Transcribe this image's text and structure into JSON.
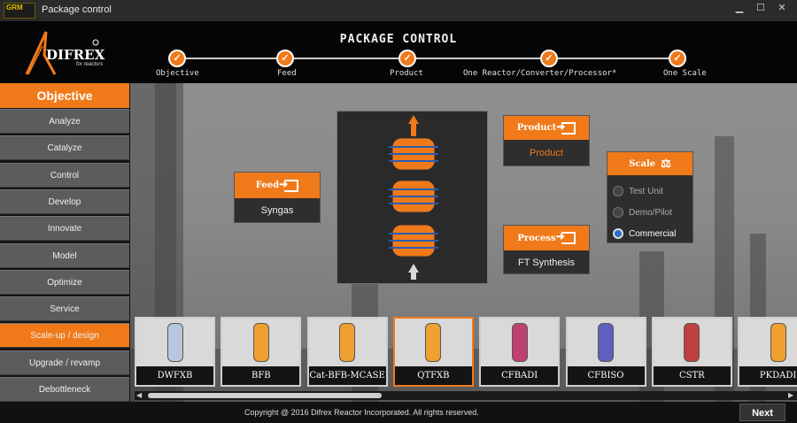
{
  "window": {
    "title": "Package control",
    "app_logo": "GRM",
    "minimize": "▁",
    "maximize": "☐",
    "close": "✕"
  },
  "logo": {
    "brand": "DIFREX",
    "tagline": "for reactors"
  },
  "header": {
    "title": "PACKAGE CONTROL",
    "steps": [
      {
        "label": "Objective",
        "status": "done"
      },
      {
        "label": "Feed",
        "status": "done"
      },
      {
        "label": "Product",
        "status": "done"
      },
      {
        "label": "One Reactor/Converter/Processor*",
        "status": "done"
      },
      {
        "label": "One Scale",
        "status": "done"
      }
    ],
    "check_glyph": "✓"
  },
  "sidebar": {
    "heading": "Objective",
    "items": [
      {
        "label": "Analyze"
      },
      {
        "label": "Catalyze"
      },
      {
        "label": "Control"
      },
      {
        "label": "Develop"
      },
      {
        "label": "Innovate"
      },
      {
        "label": "Model"
      },
      {
        "label": "Optimize"
      },
      {
        "label": "Service"
      },
      {
        "label": "Scale-up / design",
        "active": true
      },
      {
        "label": "Upgrade / revamp"
      },
      {
        "label": "Debottleneck"
      }
    ]
  },
  "cards": {
    "feed": {
      "header": "Feed",
      "value": "Syngas"
    },
    "product": {
      "header": "Product",
      "value": "Product"
    },
    "process": {
      "header": "Process",
      "value": "FT Synthesis"
    },
    "scale": {
      "header": "Scale",
      "options": [
        {
          "label": "Test Unit",
          "checked": false
        },
        {
          "label": "Demo/Pilot",
          "checked": false
        },
        {
          "label": "Commercial",
          "checked": true
        }
      ]
    }
  },
  "reactors": [
    {
      "label": "DWFXB"
    },
    {
      "label": "BFB"
    },
    {
      "label": "Cat-BFB-MCASE"
    },
    {
      "label": "QTFXB",
      "selected": true
    },
    {
      "label": "CFBADI"
    },
    {
      "label": "CFBISO"
    },
    {
      "label": "CSTR"
    },
    {
      "label": "PKDADI"
    }
  ],
  "footer": {
    "copyright": "Copyright @ 2016 Difrex Reactor Incorporated. All rights reserved.",
    "next": "Next"
  },
  "colors": {
    "accent": "#f07a1a",
    "radio_checked": "#2b6fcb"
  }
}
